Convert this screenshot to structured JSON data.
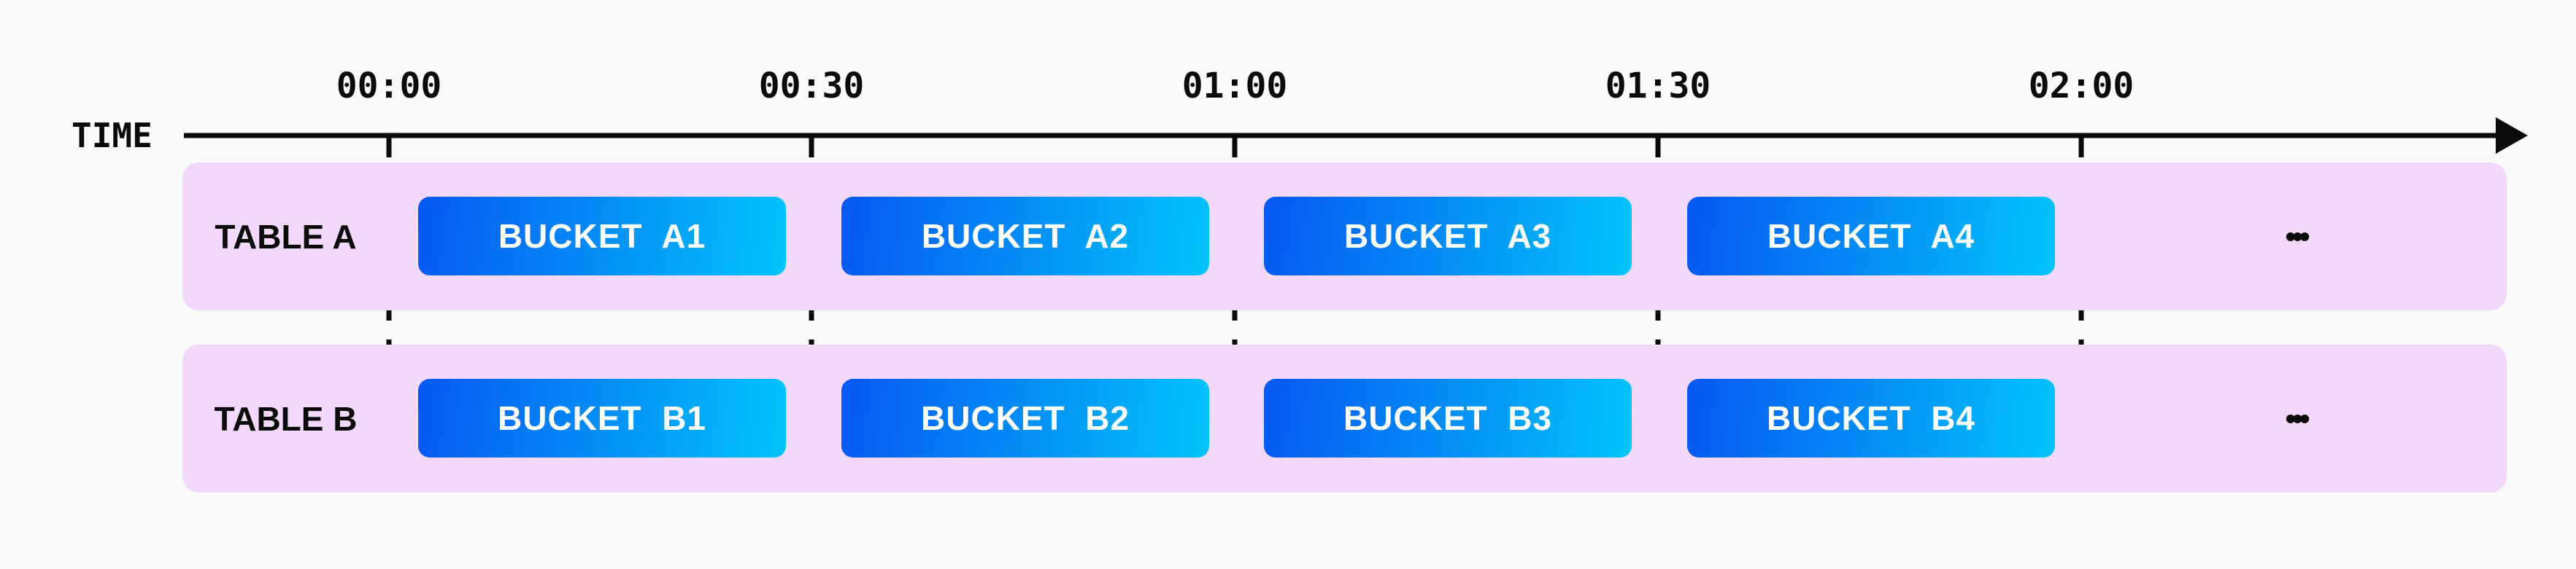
{
  "diagram": {
    "axis": {
      "label": "TIME",
      "ticks": [
        "00:00",
        "00:30",
        "01:00",
        "01:30",
        "02:00"
      ]
    },
    "rows": [
      {
        "label": "TABLE A",
        "buckets": [
          "BUCKET  A1",
          "BUCKET  A2",
          "BUCKET  A3",
          "BUCKET  A4"
        ],
        "more": "•••"
      },
      {
        "label": "TABLE B",
        "buckets": [
          "BUCKET  B1",
          "BUCKET  B2",
          "BUCKET  B3",
          "BUCKET  B4"
        ],
        "more": "•••"
      }
    ],
    "colors": {
      "background": "#fafafa",
      "band": "#f2d8fb",
      "bucket_gradient_start": "#0758f3",
      "bucket_gradient_end": "#02c4fa",
      "ink": "#0b0b0b",
      "bucket_text": "#ffffff"
    }
  }
}
